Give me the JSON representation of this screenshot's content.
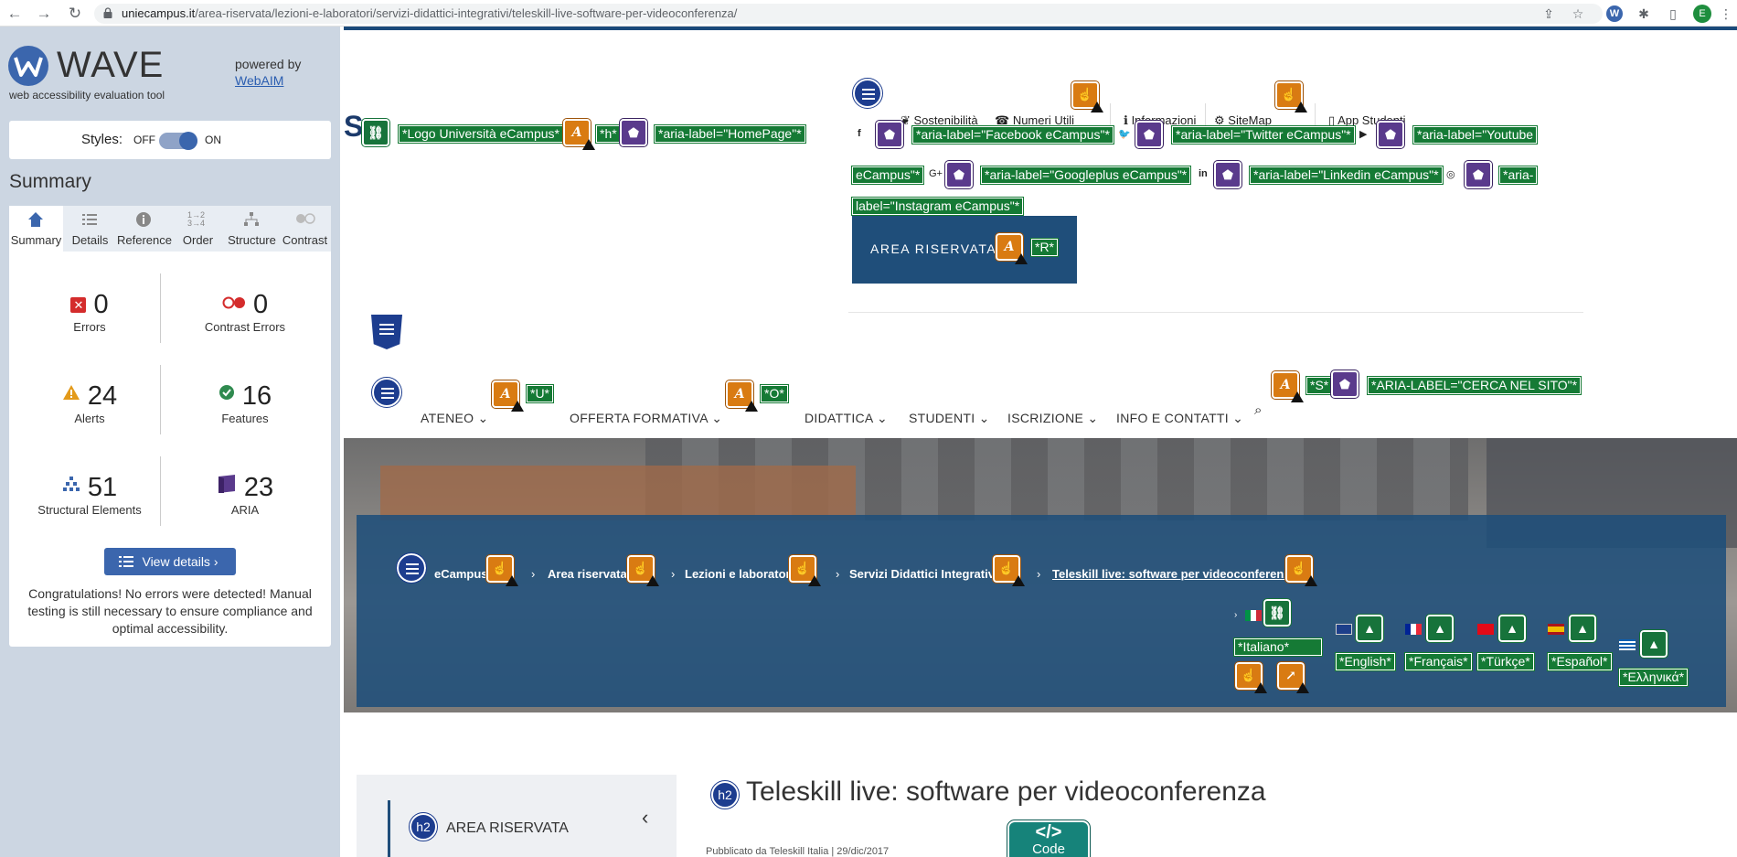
{
  "browser": {
    "url_host": "uniecampus.it",
    "url_path": "/area-riservata/lezioni-e-laboratori/servizi-didattici-integrativi/teleskill-live-software-per-videoconferenza/",
    "profile_initial": "E"
  },
  "wave": {
    "logo_text": "WAVE",
    "tagline": "web accessibility evaluation tool",
    "powered_by": "powered by",
    "powered_link": "WebAIM",
    "styles_label": "Styles:",
    "styles_off": "OFF",
    "styles_on": "ON",
    "summary_heading": "Summary",
    "tabs": [
      {
        "label": "Summary",
        "icon": "home-icon"
      },
      {
        "label": "Details",
        "icon": "list-icon"
      },
      {
        "label": "Reference",
        "icon": "info-icon"
      },
      {
        "label": "Order",
        "icon": "order-icon"
      },
      {
        "label": "Structure",
        "icon": "structure-icon"
      },
      {
        "label": "Contrast",
        "icon": "contrast-icon"
      }
    ],
    "stats": {
      "errors": {
        "value": "0",
        "label": "Errors"
      },
      "contrast_errors": {
        "value": "0",
        "label": "Contrast Errors"
      },
      "alerts": {
        "value": "24",
        "label": "Alerts"
      },
      "features": {
        "value": "16",
        "label": "Features"
      },
      "structural": {
        "value": "51",
        "label": "Structural Elements"
      },
      "aria": {
        "value": "23",
        "label": "ARIA"
      }
    },
    "view_details": "View details ›",
    "congrats": "Congratulations! No errors were detected! Manual testing is still necessary to ensure compliance and optimal accessibility."
  },
  "page": {
    "logo_tag": "*Logo Università eCampus*",
    "h_tag": "*h*",
    "homepage_tag": "*aria-label=\"HomePage\"*",
    "top_links": {
      "sostenibilita": "Sostenibilità",
      "numeri_utili": "Numeri Utili",
      "informazioni": "Informazioni",
      "sitemap": "SiteMap",
      "app_studenti": "App Studenti"
    },
    "social_tags": {
      "facebook": "*aria-label=\"Facebook eCampus\"*",
      "twitter": "*aria-label=\"Twitter eCampus\"*",
      "youtube_a": "*aria-label=\"Youtube",
      "youtube_b": "eCampus\"*",
      "googleplus": "*aria-label=\"Googleplus eCampus\"*",
      "linkedin": "*aria-label=\"Linkedin eCampus\"*",
      "instagram_a": "*aria-",
      "instagram_b": "label=\"Instagram eCampus\"*"
    },
    "area_riservata_btn": "AREA RISERVATA",
    "r_tag": "*R*",
    "nav": {
      "ateneo": "ATENEO",
      "u_tag": "*U*",
      "offerta": "OFFERTA FORMATIVA",
      "o_tag": "*O*",
      "didattica": "DIDATTICA",
      "studenti": "STUDENTI",
      "iscrizione": "ISCRIZIONE",
      "info": "INFO E CONTATTI",
      "s_tag": "*S*",
      "cerca_tag": "*ARIA-LABEL=\"CERCA NEL SITO\"*"
    },
    "breadcrumb": [
      "eCampus",
      "Area riservata",
      "Lezioni e laboratori",
      "Servizi Didattici Integrativi",
      "Teleskill live: software per videoconferenza"
    ],
    "languages": {
      "italiano": "*Italiano*",
      "english": "*English*",
      "francais": "*Français*",
      "turkce": "*Türkçe*",
      "espanol": "*Español*",
      "greek": "*Ελληνικά*"
    },
    "sidebar_heading": "AREA RISERVATA",
    "h2_badge": "h2",
    "article_title": "Teleskill live: software per videoconferenza",
    "published": "Pubblicato da Teleskill Italia | 29/dic/2017",
    "code_badge": "Code"
  }
}
